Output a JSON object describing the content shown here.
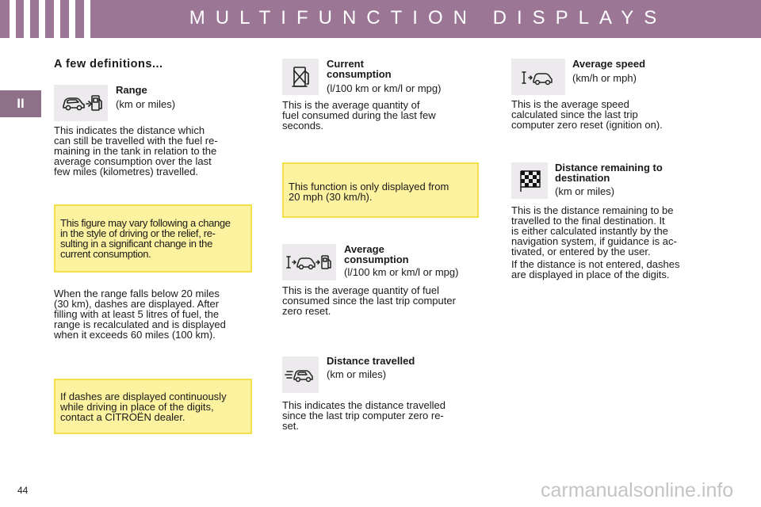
{
  "header": {
    "title": "MULTIFUNCTION DISPLAYS"
  },
  "chapter_tab": "II",
  "section_heading": "A few definitions...",
  "col1": {
    "range": {
      "icon": "car-fuel-pump-icon",
      "title": "Range",
      "unit": "(km or miles)",
      "lines": [
        "This indicates the distance which",
        "can still be travelled with the fuel re-",
        "maining in the tank in relation to the",
        "average consumption over the last",
        "few miles (kilometres) travelled."
      ]
    },
    "note1": [
      "This figure may vary following a change",
      "in the style of driving or the relief, re-",
      "sulting in a significant change in the",
      "current consumption."
    ],
    "para2": [
      "When the range falls below 20 miles",
      "(30 km), dashes are displayed. After",
      "filling with at least 5 litres of fuel, the",
      "range is recalculated and is displayed",
      "when it exceeds 60 miles (100 km)."
    ],
    "note2": [
      "If dashes are displayed continuously",
      "while driving in place of the digits,",
      "contact a CITROËN dealer."
    ]
  },
  "col2": {
    "current": {
      "icon": "fuel-pump-icon",
      "title_lines": [
        "Current",
        "consumption"
      ],
      "unit": "(l/100 km or km/l or mpg)",
      "lines": [
        "This is the average quantity of",
        "fuel consumed during the last few",
        "seconds."
      ]
    },
    "note": [
      "This function is only displayed from",
      "20 mph (30 km/h)."
    ],
    "average": {
      "icon": "trip-car-fuel-icon",
      "title_lines": [
        "Average",
        "consumption"
      ],
      "unit": "(l/100 km or km/l or mpg)",
      "lines": [
        "This is the average quantity of fuel",
        "consumed since the last trip computer",
        "zero reset."
      ]
    },
    "distance": {
      "icon": "moving-car-icon",
      "title": "Distance travelled",
      "unit": "(km or miles)",
      "lines": [
        "This indicates the distance travelled",
        "since the last trip computer zero re-",
        "set."
      ]
    }
  },
  "col3": {
    "speed": {
      "icon": "trip-car-icon",
      "title": "Average speed",
      "unit": "(km/h or mph)",
      "lines": [
        "This is the average speed",
        "calculated since the last trip",
        "computer zero reset (ignition on)."
      ]
    },
    "remaining": {
      "icon": "checkered-flag-icon",
      "title_lines": [
        "Distance remaining to",
        "destination"
      ],
      "unit": "(km or miles)",
      "lines": [
        "This is the distance remaining to be",
        "travelled to the final destination. It",
        "is either calculated instantly by the",
        "navigation system, if guidance is ac-",
        "tivated, or entered by the user."
      ],
      "lines2": [
        "If the distance is not entered, dashes",
        "are displayed in place of the digits."
      ]
    }
  },
  "page_number": "44",
  "watermark": "carmanualsonline.info",
  "colors": {
    "header": "#9b7695",
    "note_fill": "#fdf29f",
    "note_border": "#f2e04a",
    "icon_box": "#eceaec"
  }
}
